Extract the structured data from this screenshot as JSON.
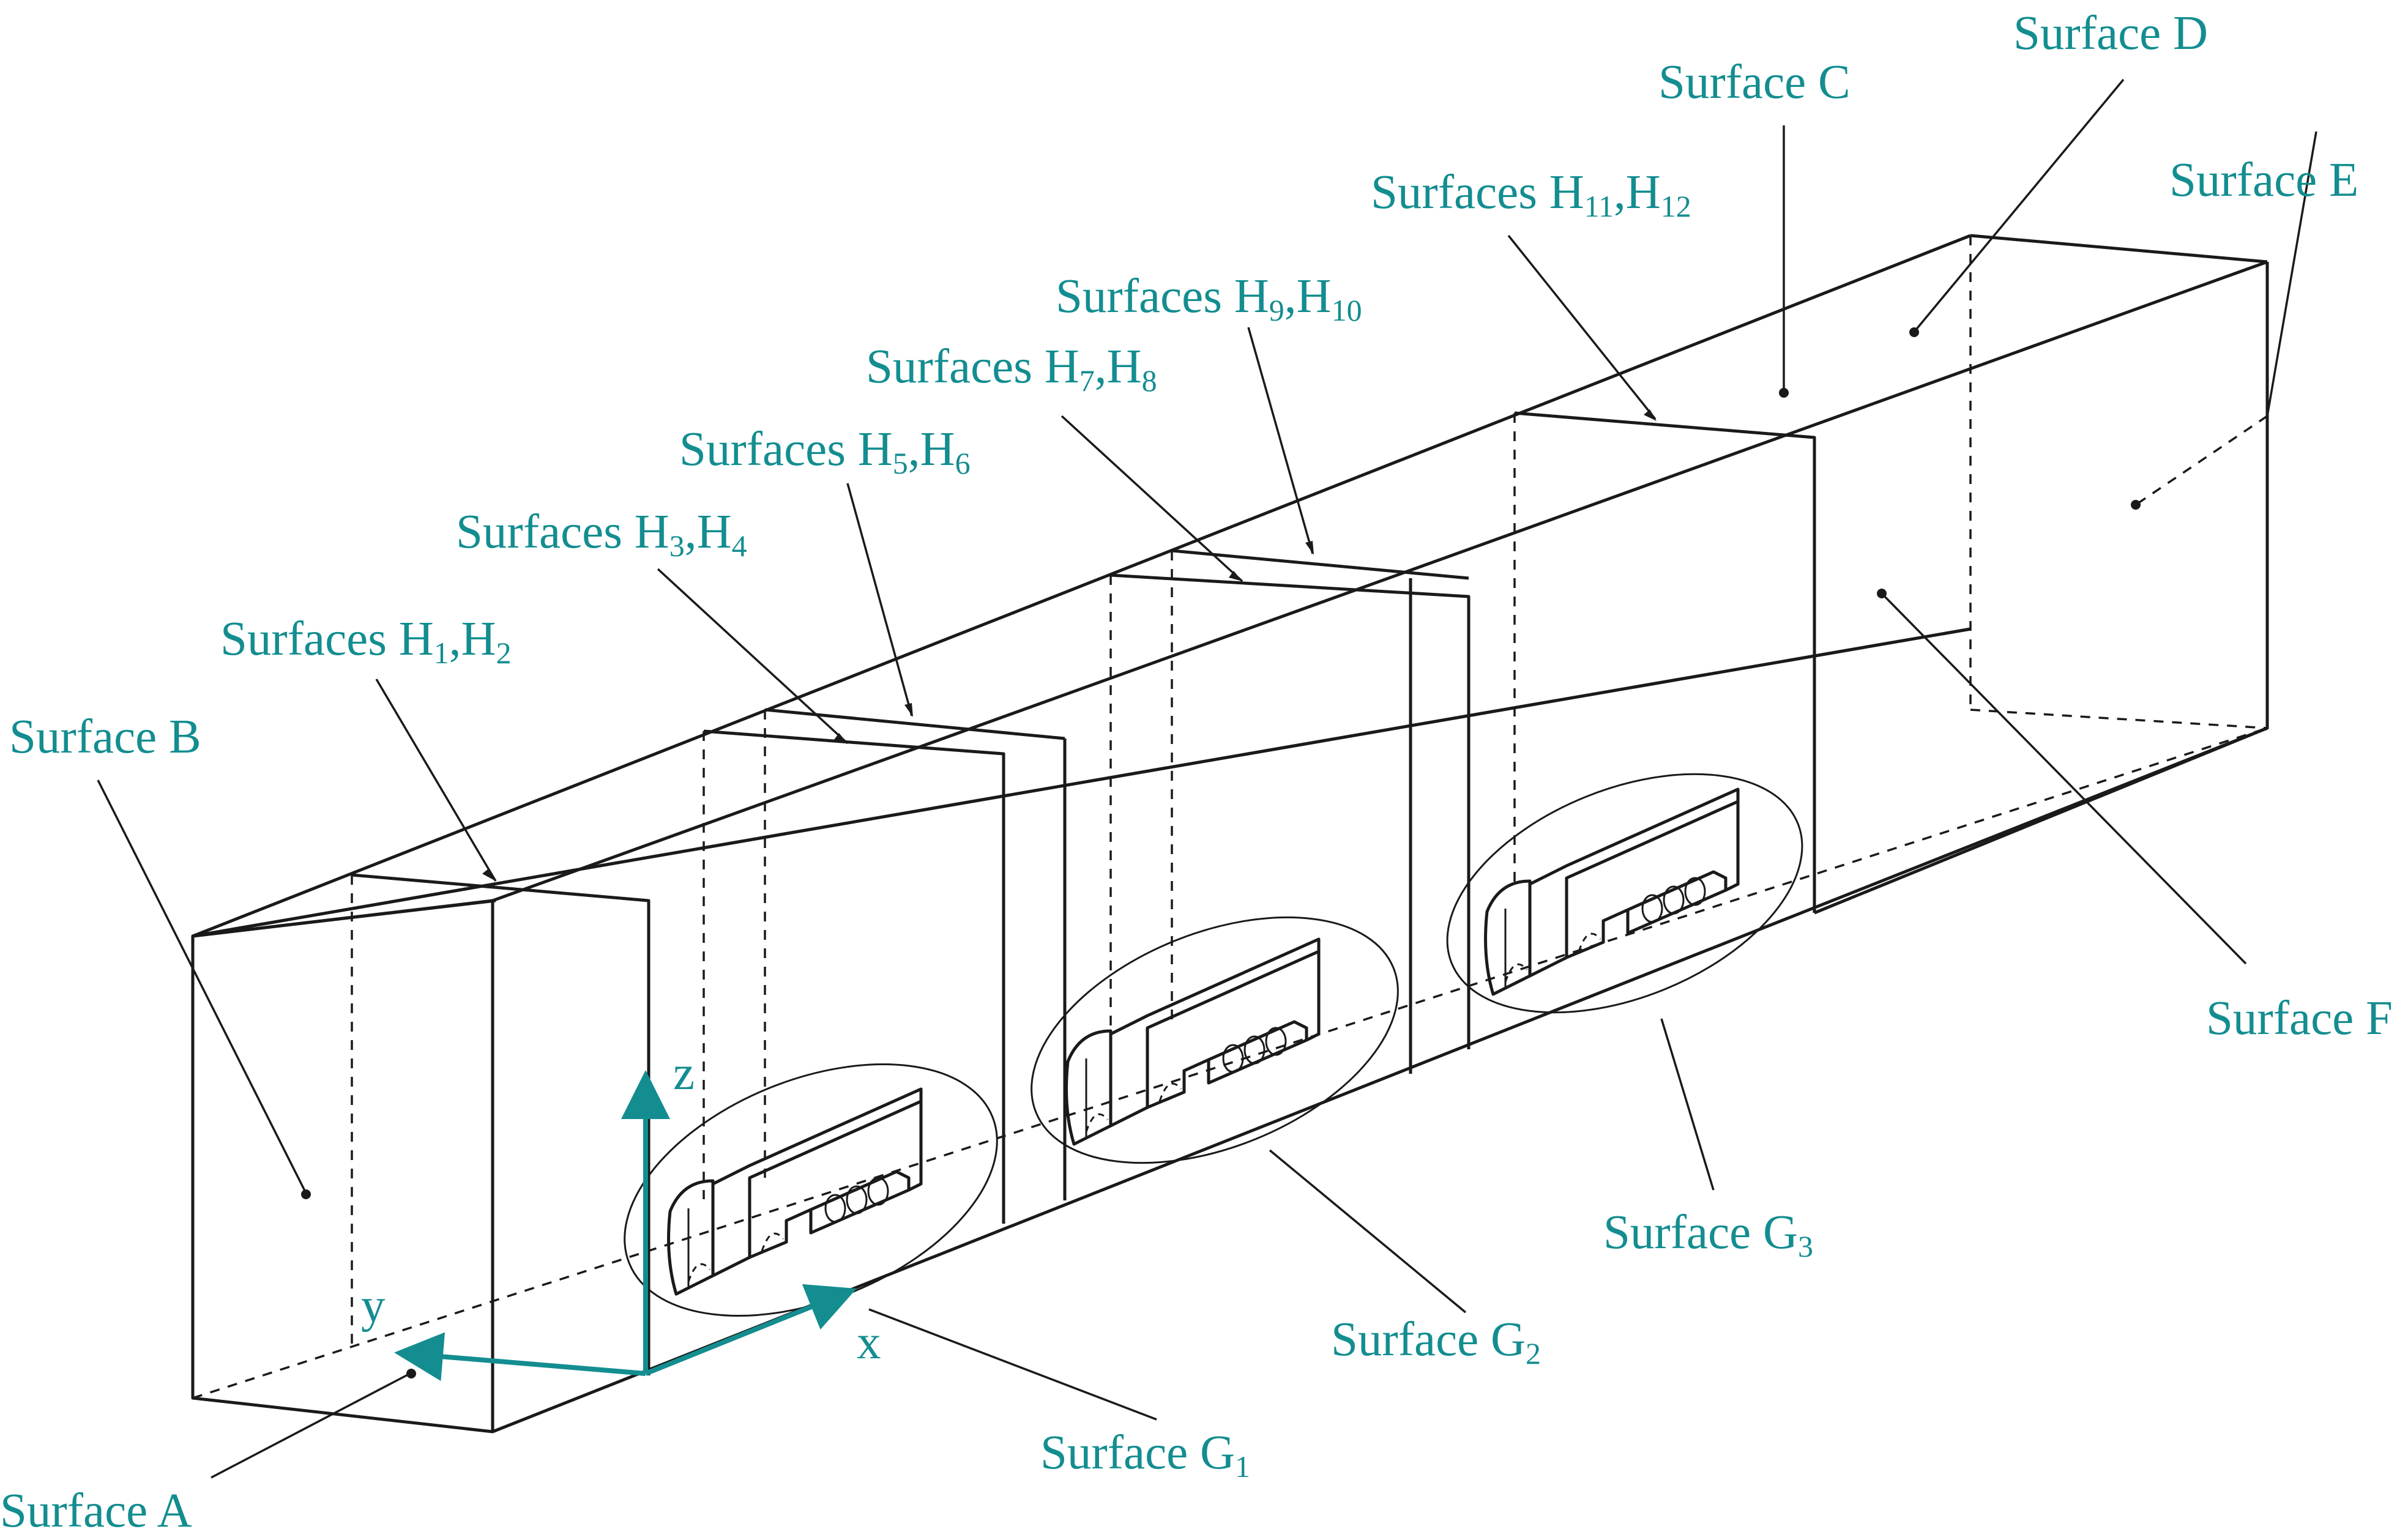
{
  "colors": {
    "label": "#138d90",
    "line": "#1a1a1a",
    "axis": "#138d90",
    "background": "#ffffff"
  },
  "labels": {
    "surface_a": "Surface A",
    "surface_b": "Surface B",
    "surface_c": "Surface C",
    "surface_d": "Surface D",
    "surface_e": "Surface E",
    "surface_f": "Surface F",
    "surfaces_h1h2": {
      "prefix": "Surfaces H",
      "s1": "1",
      "mid": ",H",
      "s2": "2"
    },
    "surfaces_h3h4": {
      "prefix": "Surfaces H",
      "s1": "3",
      "mid": ",H",
      "s2": "4"
    },
    "surfaces_h5h6": {
      "prefix": "Surfaces H",
      "s1": "5",
      "mid": ",H",
      "s2": "6"
    },
    "surfaces_h7h8": {
      "prefix": "Surfaces H",
      "s1": "7",
      "mid": ",H",
      "s2": "8"
    },
    "surfaces_h9h10": {
      "prefix": "Surfaces H",
      "s1": "9",
      "mid": ",H",
      "s2": "10"
    },
    "surfaces_h11h12": {
      "prefix": "Surfaces H",
      "s1": "11",
      "mid": ",H",
      "s2": "12"
    },
    "surface_g1": {
      "prefix": "Surface G",
      "sub": "1"
    },
    "surface_g2": {
      "prefix": "Surface G",
      "sub": "2"
    },
    "surface_g3": {
      "prefix": "Surface G",
      "sub": "3"
    }
  },
  "axes": {
    "x": "x",
    "y": "y",
    "z": "z"
  }
}
